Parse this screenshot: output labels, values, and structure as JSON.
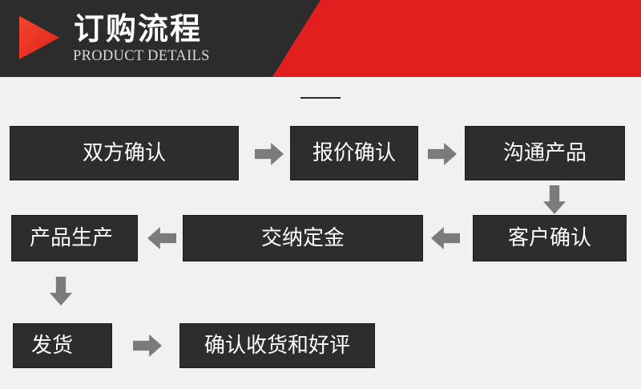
{
  "header": {
    "title": "订购流程",
    "subtitle": "PRODUCT DETAILS",
    "colors": {
      "dark": "#2c2c2c",
      "accent": "#e11f1f"
    },
    "icon": "play-triangle-icon"
  },
  "steps": {
    "step1": "双方确认",
    "step2": "报价确认",
    "step3": "沟通产品",
    "step4": "客户确认",
    "step5": "交纳定金",
    "step6": "产品生产",
    "step7": "发货",
    "step8": "确认收货和好评"
  }
}
